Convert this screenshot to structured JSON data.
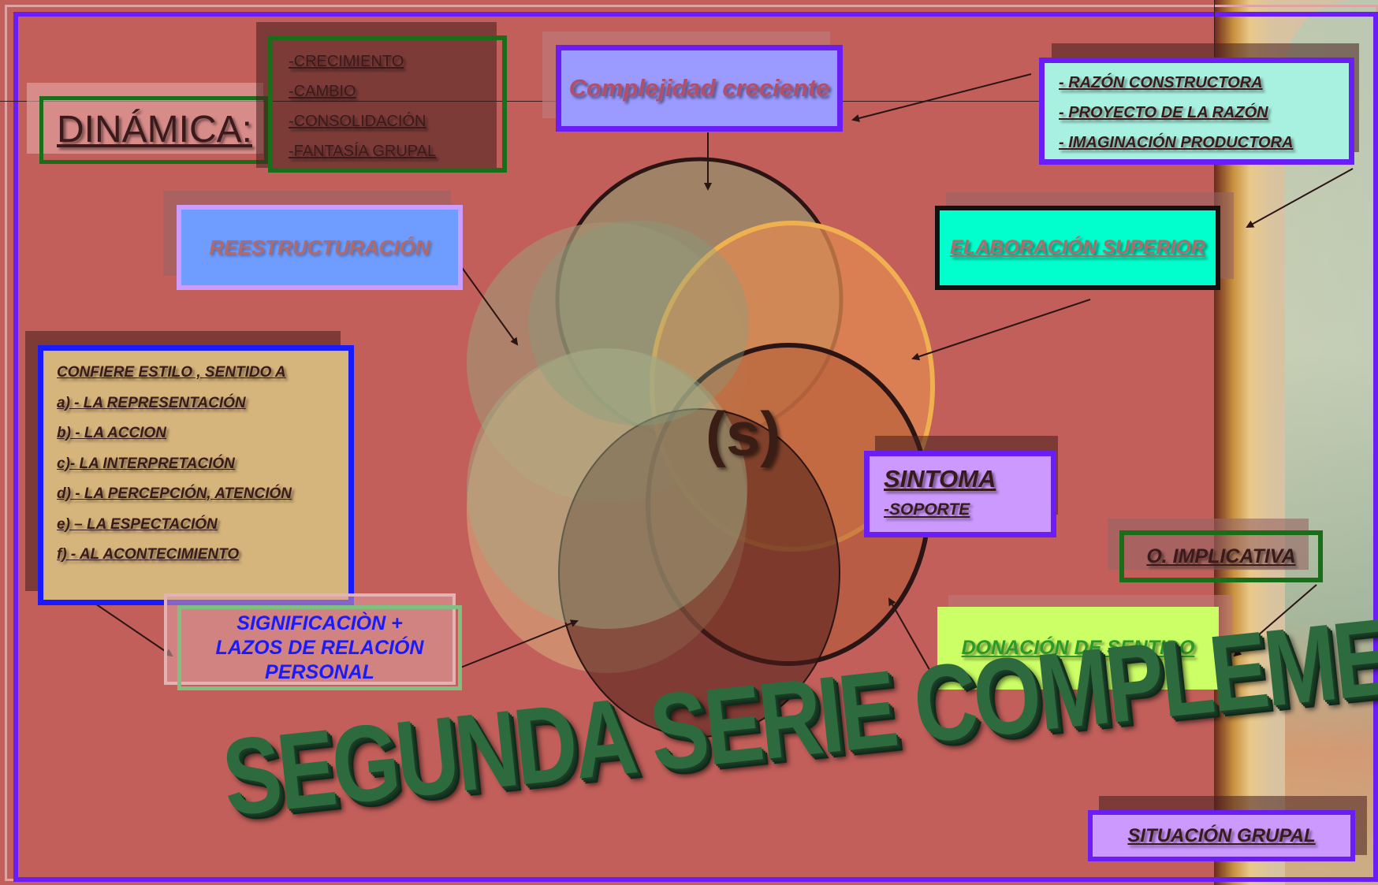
{
  "dynamics": {
    "title": "DINÁMICA:",
    "items": [
      "-CRECIMIENTO",
      "-CAMBIO",
      "-CONSOLIDACIÓN",
      "-FANTASÍA  GRUPAL"
    ]
  },
  "complexity": {
    "label": "Complejidad creciente"
  },
  "reason": {
    "items": [
      "- RAZÓN CONSTRUCTORA",
      "- PROYECTO DE LA RAZÓN",
      "- IMAGINACIÓN PRODUCTORA"
    ]
  },
  "restructuring": {
    "label": "REESTRUCTURACIÓN"
  },
  "elaboration": {
    "label": "ELABORACIÓN SUPERIOR"
  },
  "confers": {
    "items": [
      "CONFIERE ESTILO , SENTIDO A",
      "a) - LA REPRESENTACIÓN",
      "b) - LA ACCION",
      "c)- LA INTERPRETACIÓN",
      "d) - LA PERCEPCIÓN, ATENCIÓN",
      "e) – LA ESPECTACIÓN",
      "f) -  AL ACONTECIMIENTO"
    ]
  },
  "center": {
    "label": "(s)"
  },
  "symptom": {
    "title": "SINTOMA",
    "subtitle": "-SOPORTE"
  },
  "implicative": {
    "label": "O. IMPLICATIVA"
  },
  "significance": {
    "lines": [
      "SIGNIFICACIÒN +",
      "LAZOS DE RELACIÓN",
      "PERSONAL"
    ]
  },
  "donation": {
    "label": "DONACIÓN DE SENTIDO"
  },
  "banner": {
    "label": "SEGUNDA SERIE COMPLEMENTARIA"
  },
  "group": {
    "label": "SITUACIÓN GRUPAL"
  },
  "colors": {
    "background": "#c25f5a",
    "frame": "#6a1df5",
    "complexity_fill": "#9a9aff",
    "reason_fill": "#a8f0e0",
    "restructuring_fill": "#6f9cff",
    "elaboration_fill": "#00ffcc",
    "confers_fill": "#d6b57c",
    "symptom_fill": "#cc99ff",
    "donation_fill": "#ccff66",
    "banner_green": "#2d6b3e"
  }
}
